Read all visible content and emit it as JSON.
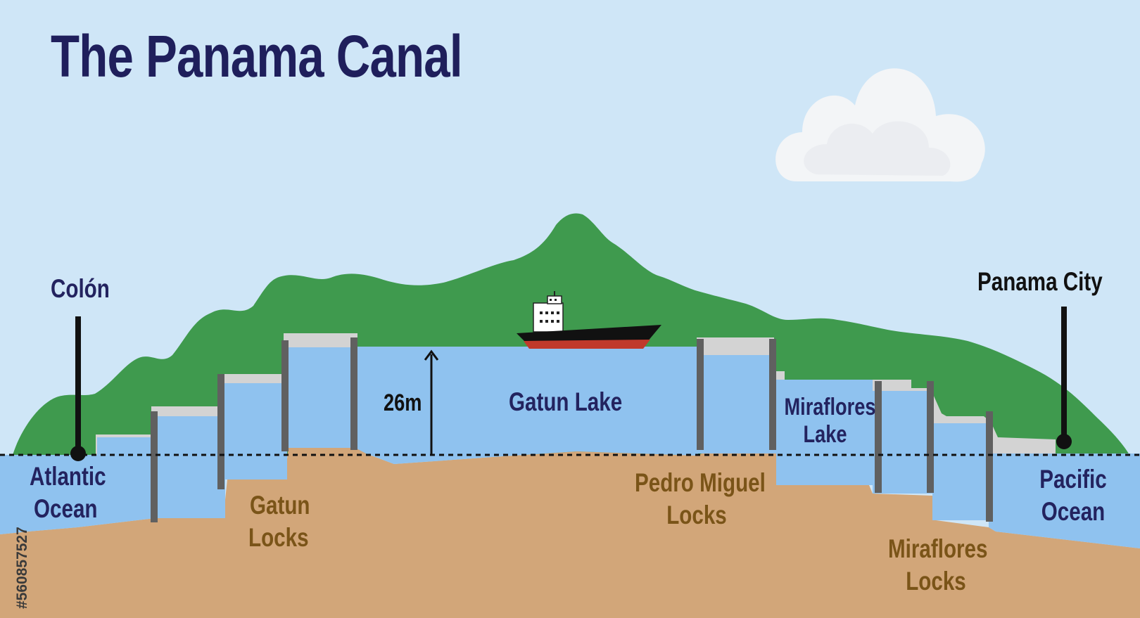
{
  "title": "The Panama Canal",
  "labels": {
    "colon": "Colón",
    "panama_city": "Panama City",
    "height": "26m",
    "gatun_lake": "Gatun Lake",
    "miraflores_lake": [
      "Miraflores",
      "Lake"
    ],
    "atlantic_ocean": [
      "Atlantic",
      "Ocean"
    ],
    "pacific_ocean": [
      "Pacific",
      "Ocean"
    ],
    "gatun_locks": [
      "Gatun",
      "Locks"
    ],
    "pedro_miguel_locks": [
      "Pedro Miguel",
      "Locks"
    ],
    "miraflores_locks": [
      "Miraflores",
      "Locks"
    ]
  },
  "stock_id": "#560857527",
  "colors": {
    "sky": "#cfe6f7",
    "hill": "#3f9a4e",
    "water": "#8fc2ef",
    "ground": "#d2a679",
    "lock_concrete": "#d3d3d3",
    "gate": "#606060",
    "title": "#1f1f5c",
    "label_navy": "#23235f",
    "label_brown": "#7a5418"
  },
  "icons": [
    "cloud-icon",
    "ship-icon",
    "location-pin-icon",
    "arrow-up-icon"
  ]
}
